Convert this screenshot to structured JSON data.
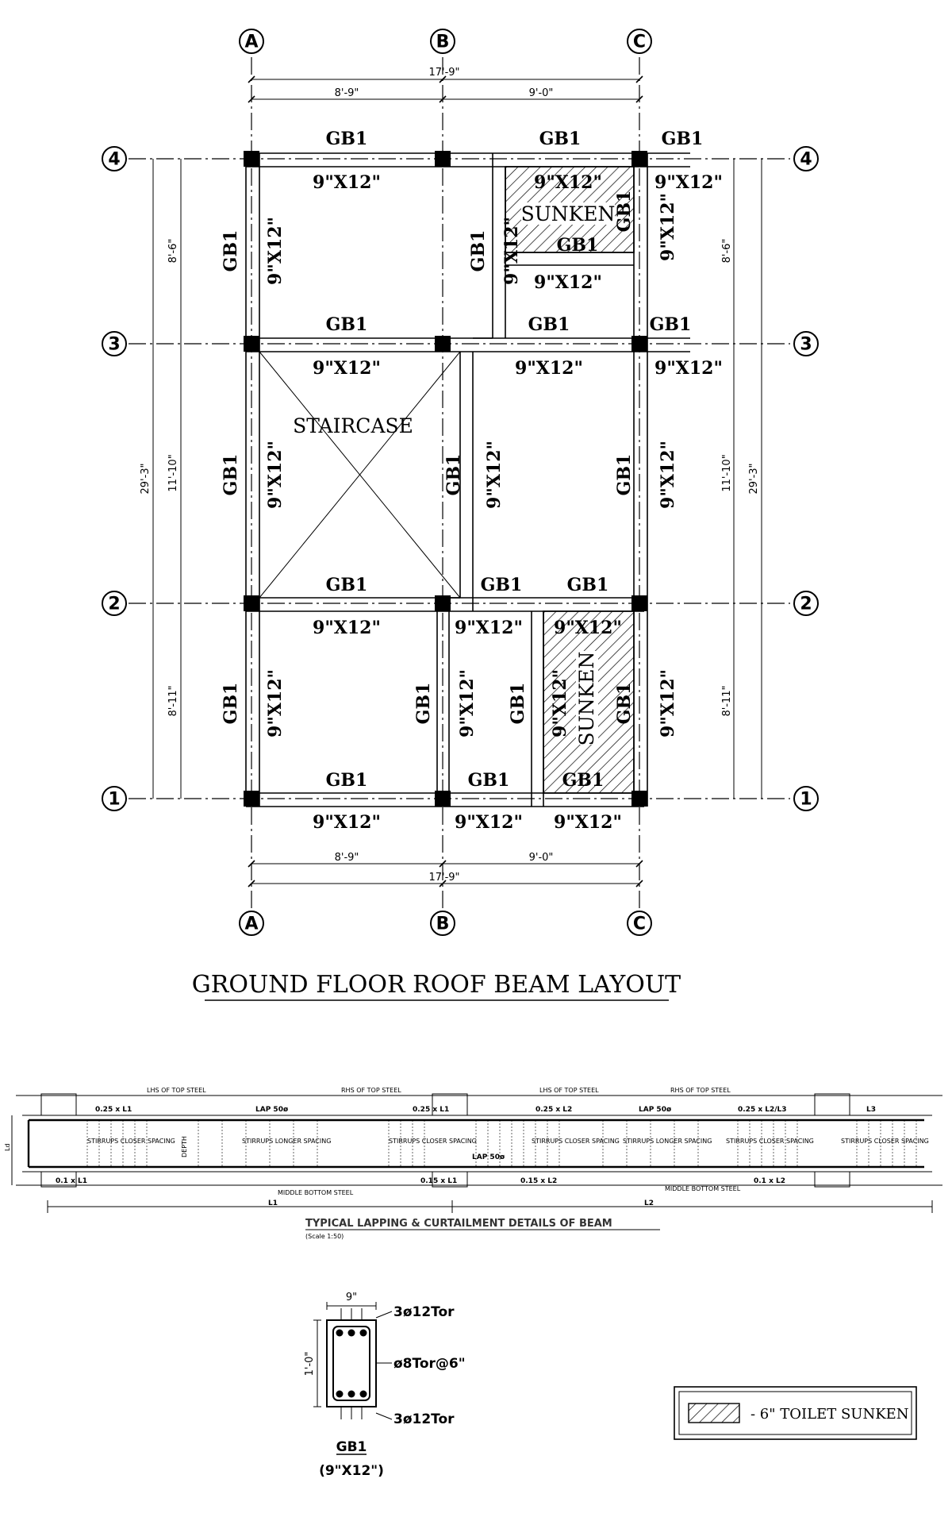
{
  "grid": {
    "columns": [
      "A",
      "B",
      "C"
    ],
    "rows": [
      "4",
      "3",
      "2",
      "1"
    ]
  },
  "dimensions": {
    "total_horizontal": "17'-9\"",
    "bay_ab": "8'-9\"",
    "bay_bc": "9'-0\"",
    "total_vertical": "29'-3\"",
    "span_4_3": "8'-6\"",
    "span_3_2": "11'-10\"",
    "span_2_1": "8'-11\""
  },
  "beam": {
    "mark": "GB1",
    "size": "9\"X12\""
  },
  "rooms": {
    "staircase": "STAIRCASE",
    "sunken": "SUNKEN"
  },
  "title": "GROUND FLOOR ROOF BEAM LAYOUT",
  "lapping_detail": {
    "title": "TYPICAL LAPPING & CURTAILMENT DETAILS OF BEAM",
    "scale": "(Scale 1:50)",
    "labels": {
      "lhs_top": "LHS OF TOP STEEL",
      "rhs_top": "RHS OF TOP STEEL",
      "top_l1_a": "0.25 x L1",
      "top_l1_b": "0.25 x L1",
      "top_l2": "0.25 x L2",
      "top_l2_l3": "0.25 x L2/L3",
      "lap": "LAP 50ø",
      "l3": "L3",
      "ld": "Ld",
      "depth": "DEPTH",
      "stirrups_close": "STIRRUPS CLOSER SPACING",
      "stirrups_long": "STIRRUPS LONGER SPACING",
      "bot_l1": "0.1 x L1",
      "bot_015_l1": "0.15 x L1",
      "bot_015_l2": "0.15 x L2",
      "bot_l2": "0.1 x L2",
      "middle_bottom": "MIDDLE BOTTOM STEEL",
      "l1": "L1",
      "l2": "L2"
    }
  },
  "section": {
    "width": "9\"",
    "depth": "1'-0\"",
    "top_bars": "3ø12Tor",
    "stirrups": "ø8Tor@6\"",
    "bottom_bars": "3ø12Tor",
    "mark": "GB1",
    "size": "(9\"X12\")"
  },
  "legend": {
    "text": "-   6\" TOILET SUNKEN"
  }
}
